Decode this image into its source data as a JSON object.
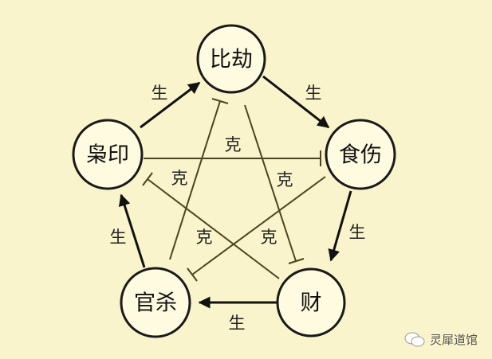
{
  "nodes": {
    "bijie": "比劫",
    "shishang": "食伤",
    "cai": "财",
    "guansha": "官杀",
    "xiaoyin": "枭印"
  },
  "relations": {
    "generate_label": "生",
    "control_label": "克"
  },
  "watermark": "灵犀道馆",
  "colors": {
    "background": "#f9f4cb",
    "generate_line": "#111111",
    "control_line": "#4a4420"
  }
}
